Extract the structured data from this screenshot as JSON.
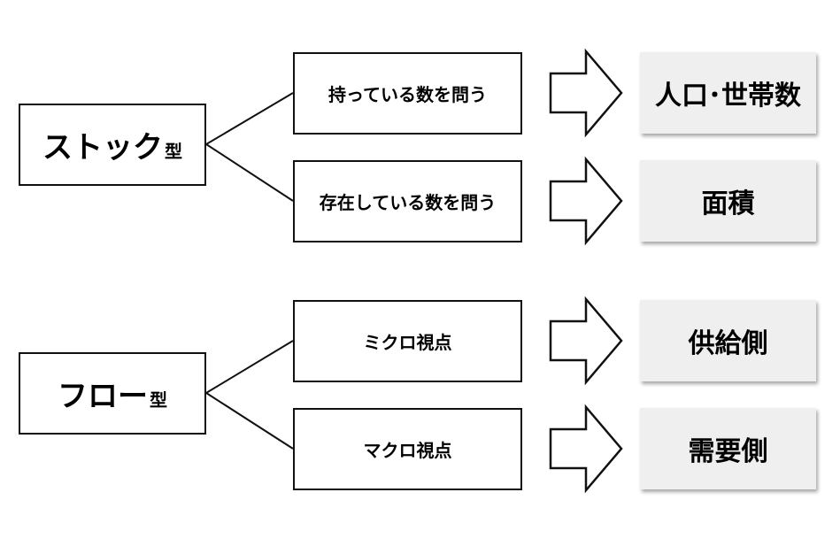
{
  "stock": {
    "main": "ストック",
    "suffix": "型",
    "branches": [
      {
        "label": "持っている数を問う",
        "result": "人口･世帯数"
      },
      {
        "label": "存在している数を問う",
        "result": "面積"
      }
    ]
  },
  "flow": {
    "main": "フロー",
    "suffix": "型",
    "branches": [
      {
        "label": "ミクロ視点",
        "result": "供給側"
      },
      {
        "label": "マクロ視点",
        "result": "需要側"
      }
    ]
  },
  "colors": {
    "line": "#111111",
    "result_fill": "#efefef",
    "arrow_fill": "#ffffff"
  }
}
